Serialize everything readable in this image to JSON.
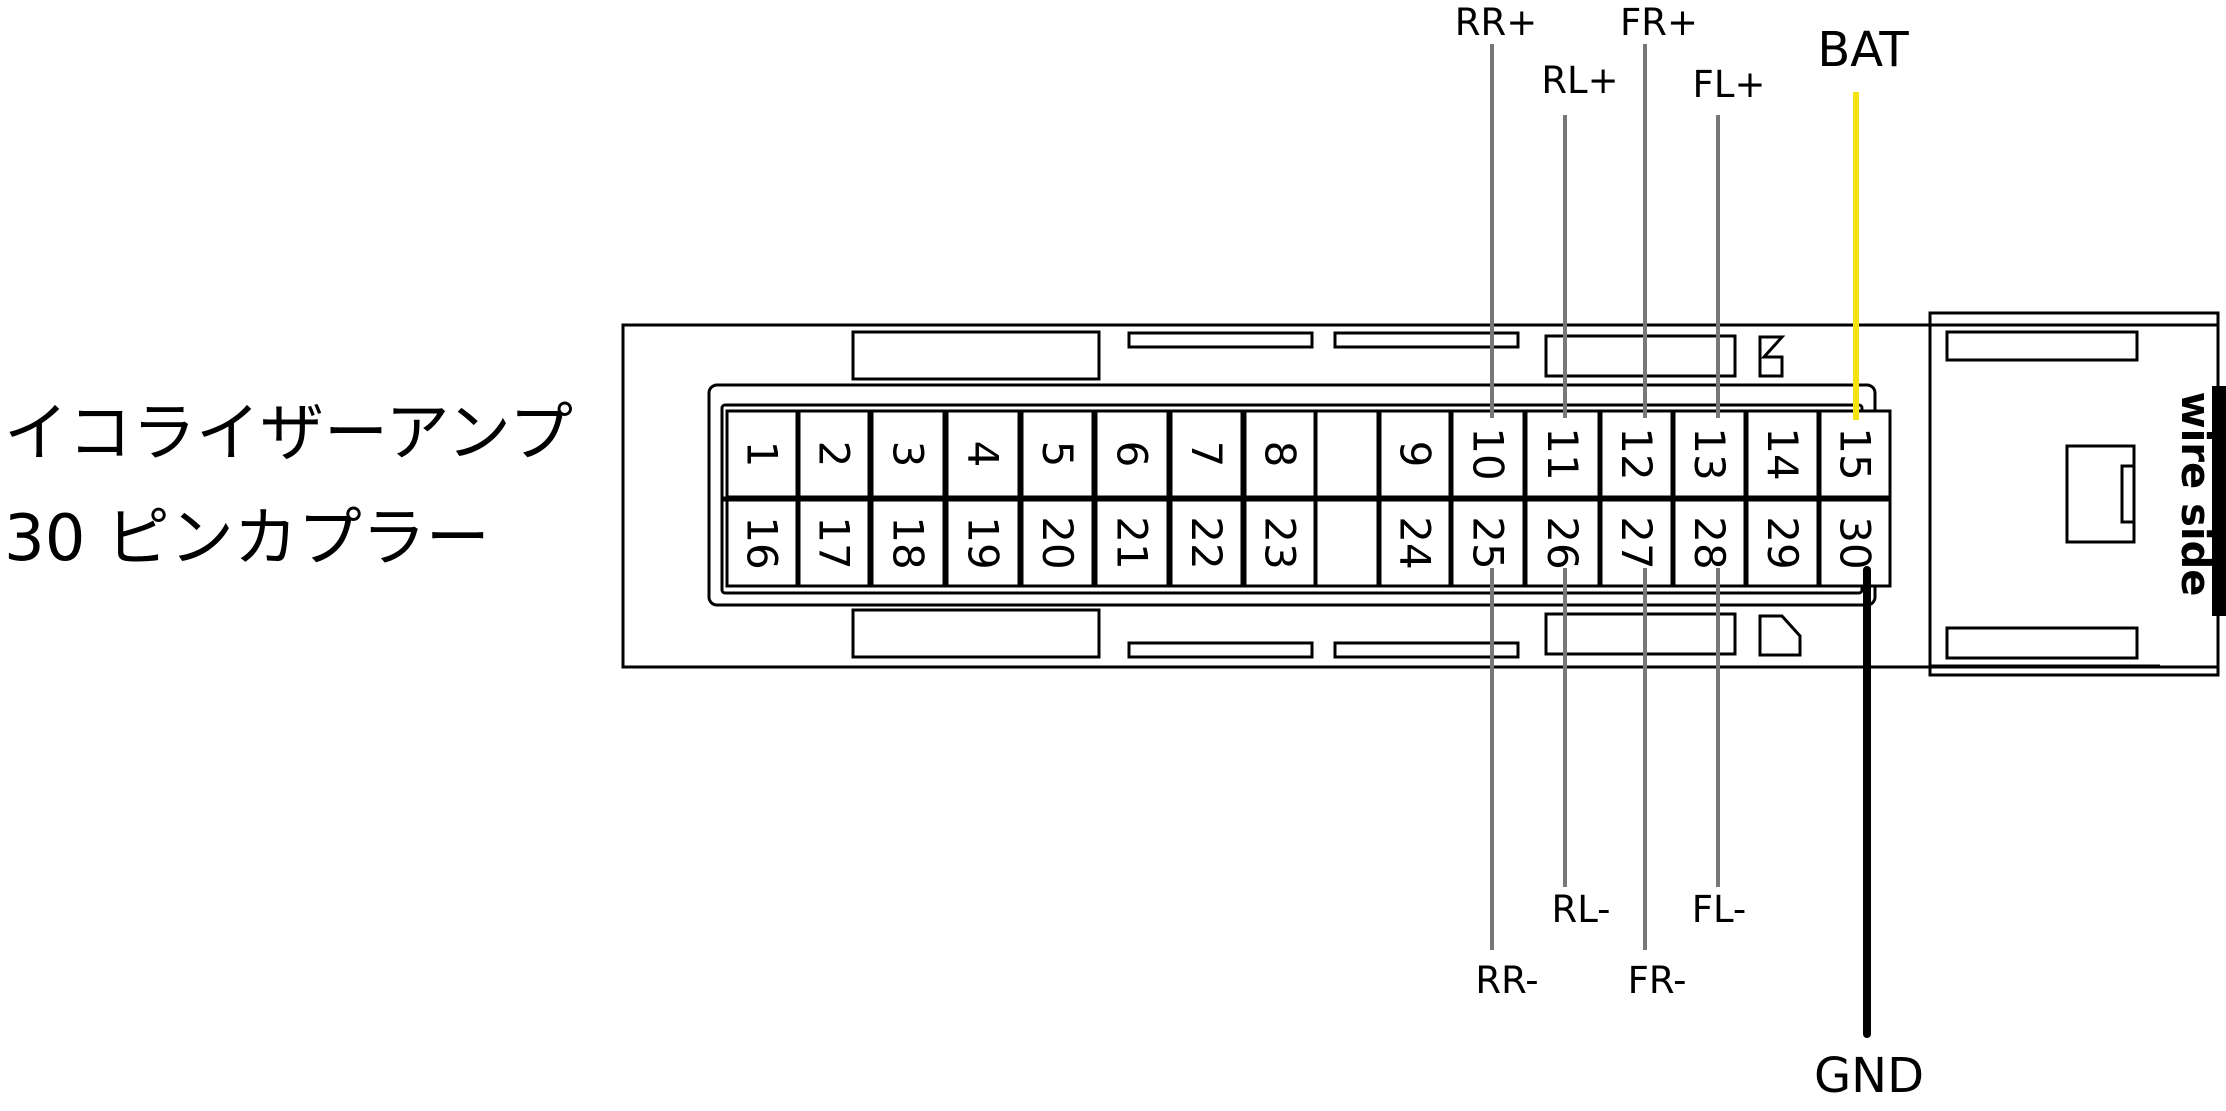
{
  "title": {
    "line1": "イコライザーアンプ",
    "line2": "30 ピンカプラー"
  },
  "wire_side_label": "wire side",
  "pins": {
    "top_row": [
      "1",
      "2",
      "3",
      "4",
      "5",
      "6",
      "7",
      "8",
      "9",
      "10",
      "11",
      "12",
      "13",
      "14",
      "15"
    ],
    "bottom_row": [
      "16",
      "17",
      "18",
      "19",
      "20",
      "21",
      "22",
      "23",
      "24",
      "25",
      "26",
      "27",
      "28",
      "29",
      "30"
    ]
  },
  "wires": {
    "rr_plus": {
      "label": "RR+",
      "pin": "10",
      "color": "#777777"
    },
    "rl_plus": {
      "label": "RL+",
      "pin": "11",
      "color": "#777777"
    },
    "fr_plus": {
      "label": "FR+",
      "pin": "12",
      "color": "#777777"
    },
    "fl_plus": {
      "label": "FL+",
      "pin": "13",
      "color": "#777777"
    },
    "bat": {
      "label": "BAT",
      "pin": "15",
      "color": "#f5e30f"
    },
    "rr_minus": {
      "label": "RR-",
      "pin": "25",
      "color": "#777777"
    },
    "rl_minus": {
      "label": "RL-",
      "pin": "26",
      "color": "#777777"
    },
    "fr_minus": {
      "label": "FR-",
      "pin": "27",
      "color": "#777777"
    },
    "fl_minus": {
      "label": "FL-",
      "pin": "28",
      "color": "#777777"
    },
    "gnd": {
      "label": "GND",
      "pin": "30",
      "color": "#000000"
    }
  }
}
